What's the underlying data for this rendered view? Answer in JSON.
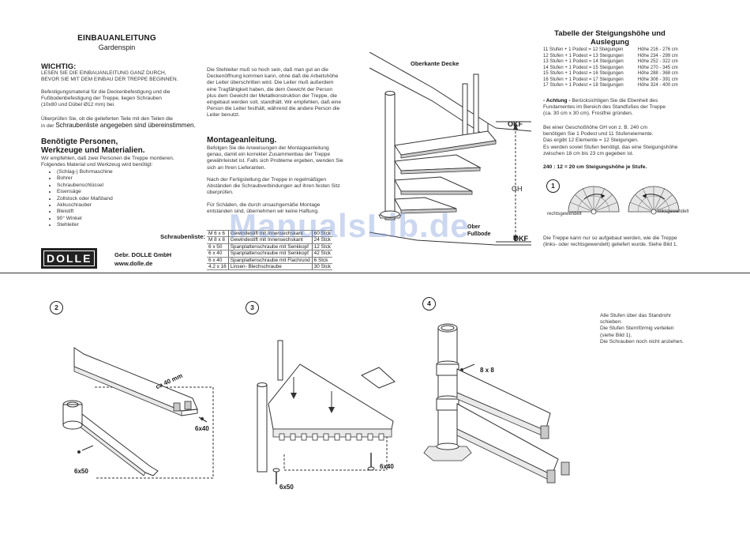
{
  "header": {
    "title": "EINBAUANLEITUNG",
    "product": "Gardenspin"
  },
  "left_column": {
    "important_heading": "WICHTIG:",
    "important_text": [
      "LESEN SIE DIE EINBAUANLEITUNG GANZ DURCH,",
      "BEVOR SIE MIT DEM EINBAU DER TREPPE BEGINNEN."
    ],
    "mounting_text": [
      "Befestigungsmaterial für die Deckenbefestigung und die",
      "Fußbodenbefestigung der Treppe, liegen Schrauben",
      "(10x80 und Dübel Ø12 mm) bei."
    ],
    "check_text_1": "Überprüfen Sie, ob die gelieferten Teile mit den Teilen die",
    "check_text_2a": "in der",
    "check_text_2b": "Schraubenliste angegeben sind übereinstimmen.",
    "tools_heading_1": "Benötigte Personen,",
    "tools_heading_2": "Werkzeuge und Materialien.",
    "tools_text": [
      "Wir empfehlen, daß zwei Personen die Treppe montieren.",
      "Folgendes Material und Werkzeug wird benötigt:"
    ],
    "tools": [
      "(Schlag-) Bohrmaschine",
      "Bohrer",
      "Schraubenschlüssel",
      "Eisensäge",
      "Zollstock oder Maßband",
      "Akkuschrauber",
      "Bleistift",
      "90° Winkel",
      "Stehleiter"
    ]
  },
  "company": {
    "logo": "DOLLE",
    "name": "Gebr. DOLLE GmbH",
    "url": "www.dolle.de"
  },
  "middle_column": {
    "intro_text": [
      "Die Stehleiter muß so hoch sein, daß man gut an die",
      "Deckenöffnung kommen kann, ohne daß die Arbeitshöhe",
      "der Leiter überschritten wird. Die Leiter muß außerdem",
      "eine Tragfähigkeit haben, die dem Gewicht der Person",
      "plus dem Gewicht der Metallkonstruktion der Treppe, die",
      "eingebaut werden soll, standhält. Wir empfehlen, daß eine",
      "Person die Leiter festhält, während die andere Person die",
      "Leiter benutzt."
    ],
    "assembly_heading": "Montageanleitung.",
    "assembly_text": [
      "Befolgen Sie die Anweisungen der Montageanleitung",
      "genau, damit ein korrekter Zusammenbau der Treppe",
      "gewährleistet ist. Falls sich Probleme ergeben, wenden Sie",
      "sich an Ihren Lieferanten."
    ],
    "check_text": [
      "Nach der Fertigstellung der Treppe in regelmäßigen",
      "Abständen die Schraubverbindungen auf ihren festen Sitz",
      "überprüfen."
    ],
    "damage_text": [
      "Für Schäden, die durch unsachgemäße Montage",
      "entstanden sind, übernehmen wir keine Haftung."
    ]
  },
  "screw_list": {
    "label": "Schraubenliste:",
    "rows": [
      {
        "size": "M 6 x 6",
        "desc": "Gewindestift mit Innensechskant",
        "qty": "60 Stck"
      },
      {
        "size": "M 8 x 8",
        "desc": "Gewindestift mit Innensechskant",
        "qty": "24 Stck"
      },
      {
        "size": "6 x 50",
        "desc": "Spanplattenschraube mit Senkkopf",
        "qty": "12 Stck"
      },
      {
        "size": "6 x 40",
        "desc": "Spanplattenschraube mit Senkkopf",
        "qty": "42 Stck"
      },
      {
        "size": "6 x 40",
        "desc": "Spanplattenschraube mit Flachrund",
        "qty": "6 Stck"
      },
      {
        "size": "4.2 x 16",
        "desc": "Linsen- Blechschraube",
        "qty": "30 Stck"
      }
    ]
  },
  "diagram_top": {
    "ceiling_label": "Oberkante Decke",
    "okf_top": "OKF",
    "gh": "GH",
    "floor_label_1": "Ober",
    "floor_label_2": "Fußbode",
    "okf_bottom": "OKF"
  },
  "watermark": "ManualsLib.de",
  "right_column": {
    "table_title_1": "Tabelle der Steigungshöhe und",
    "table_title_2": "Auslegung",
    "stair_table": [
      {
        "steps": "11 Stufen + 1 Podest = 12 Steigungen",
        "height": "Höhe 216 - 276 cm"
      },
      {
        "steps": "12 Stufen + 1 Podest = 13 Steigungen",
        "height": "Höhe 234 - 299 cm"
      },
      {
        "steps": "13 Stufen + 1 Podest = 14 Steigungen",
        "height": "Höhe 252 - 322 cm"
      },
      {
        "steps": "14 Stufen + 1 Podest = 15 Steigungen",
        "height": "Höhe 270 - 345 cm"
      },
      {
        "steps": "15 Stufen + 1 Podest = 16 Steigungen",
        "height": "Höhe 288 - 368 cm"
      },
      {
        "steps": "16 Stufen + 1 Podest = 17 Steigungen",
        "height": "Höhe 306 - 391 cm"
      },
      {
        "steps": "17 Stufen + 1 Podest = 18 Steigungen",
        "height": "Höhe 324 - 400 cm"
      }
    ],
    "note_bold": "- Achtung -",
    "note_text": [
      "Berücksichtigen Sie die Ebenheit des",
      "Fundamentes im Bereich des Standfußes der Treppe",
      "(ca. 30 cm x 30 cm). Frostfrei gründen."
    ],
    "example_text": [
      "Bei einer Geschoßhöhe GH von z. B. 240 cm",
      "benötigen Sie 1 Podest und 11 Stufenelemente.",
      "Das ergibt 12 Elemente = 12 Steigungen.",
      "Es werden soviel Stufen benötigt, das eine Steigungshöhe",
      "zwischen 18 cm bis 23 cm gegeben ist."
    ],
    "formula": "240  :  12  =  20 cm",
    "formula_suffix": "Steigungshöhe je Stufe.",
    "step1_num": "1",
    "right_turn": "rechtsgewendelt",
    "left_turn": "linksgewendelt",
    "bottom_text": [
      "Die Treppe kann nur so aufgebaut werden, wie die Treppe",
      "(links- oder rechtsgewendelt) geliefert wurde. Siehe Bild 1."
    ]
  },
  "bottom": {
    "step2_num": "2",
    "step2_labels": {
      "ca40": "ca 40 mm",
      "s6x40": "6x40",
      "s6x50": "6x50"
    },
    "step3_num": "3",
    "step3_labels": {
      "s6x50": "6x50",
      "s6x40": "6x40"
    },
    "step4_num": "4",
    "step4_labels": {
      "s8x8": "8 x 8"
    },
    "step4_text": [
      "Alle Stufen über das Standrohr",
      "schieben.",
      "Die Stufen Sternförmig verteilen",
      "(siehe Bild 1).",
      "Die Schrauben noch nicht anziehen."
    ]
  }
}
